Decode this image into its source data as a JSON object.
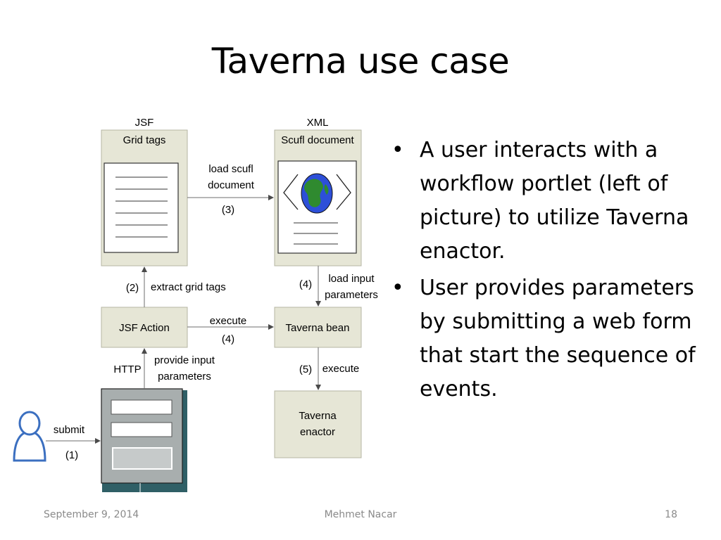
{
  "slide": {
    "title": "Taverna use case",
    "bullets": [
      "A user interacts with a workflow portlet (left of picture) to utilize Taverna enactor.",
      "User provides parameters by submitting a web form that start the sequence of events."
    ],
    "footer": {
      "date": "September 9, 2014",
      "author": "Mehmet Nacar",
      "page": "18"
    }
  },
  "diagram": {
    "colors": {
      "box_fill": "#e6e6d6",
      "box_stroke": "#b5b5a3",
      "arrow": "#6e6e6e",
      "globe_water": "#2d4fd8",
      "globe_land": "#2f8a2f",
      "user_outline": "#3b6fc0",
      "form_frame": "#9aa0a0",
      "form_shadow": "#2f5f66"
    },
    "jsf_box": {
      "caption": "JSF",
      "label": "Grid tags"
    },
    "xml_box": {
      "caption": "XML",
      "label": "Scufl document"
    },
    "jsf_action": {
      "label": "JSF Action"
    },
    "taverna_bean": {
      "label": "Taverna bean"
    },
    "taverna_enactor": {
      "label_line1": "Taverna",
      "label_line2": "enactor"
    },
    "labels": {
      "load_scufl_1": "load scufl",
      "load_scufl_2": "document",
      "step3": "(3)",
      "step2": "(2)",
      "extract_grid_tags": "extract grid tags",
      "step4a": "(4)",
      "load_input_1": "load input",
      "load_input_2": "parameters",
      "execute_a": "execute",
      "step4b": "(4)",
      "http": "HTTP",
      "provide_input_1": "provide input",
      "provide_input_2": "parameters",
      "step5": "(5)",
      "execute_b": "execute",
      "submit": "submit",
      "step1": "(1)"
    }
  }
}
